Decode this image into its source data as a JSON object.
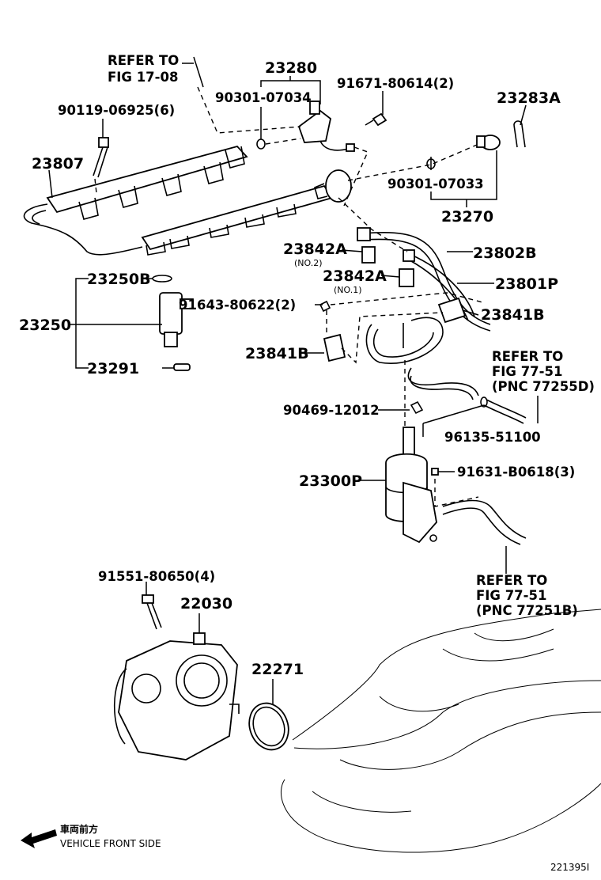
{
  "labels": {
    "p23280": "23280",
    "refer_fig_17_08_l1": "REFER TO",
    "refer_fig_17_08_l2": "FIG 17-08",
    "p90301_07034": "90301-07034",
    "p91671_80614": "91671-80614(2)",
    "p23283A": "23283A",
    "p90119_06925": "90119-06925(6)",
    "p23807": "23807",
    "p90301_07033": "90301-07033",
    "p23270": "23270",
    "p23842A_no2": "23842A",
    "no2": "(NO.2)",
    "p23802B": "23802B",
    "p23250B": "23250B",
    "p23842A_no1": "23842A",
    "no1": "(NO.1)",
    "p23801P": "23801P",
    "p91643_80622": "91643-80622(2)",
    "p23250": "23250",
    "p23841B_r": "23841B",
    "p23841B_l": "23841B",
    "refer_fig_77_51a_l1": "REFER TO",
    "refer_fig_77_51a_l2": "FIG 77-51",
    "refer_fig_77_51a_l3": "(PNC 77255D)",
    "p23291": "23291",
    "p90469_12012": "90469-12012",
    "p96135_51100": "96135-51100",
    "p23300P": "23300P",
    "p91631_B0618": "91631-B0618(3)",
    "refer_fig_77_51b_l1": "REFER TO",
    "refer_fig_77_51b_l2": "FIG 77-51",
    "refer_fig_77_51b_l3": "(PNC 77251B)",
    "p91551_80650": "91551-80650(4)",
    "p22030": "22030",
    "p22271": "22271",
    "front_jp": "車両前方",
    "front_en": "VEHICLE FRONT SIDE",
    "diagram_id": "221395I"
  },
  "icons": {
    "front_arrow": "arrow-left-down-icon"
  }
}
